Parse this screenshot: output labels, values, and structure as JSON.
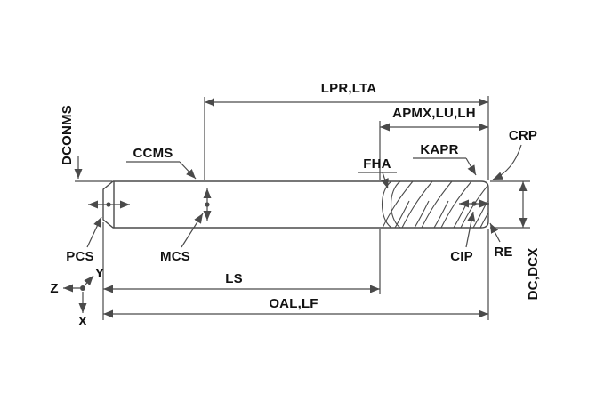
{
  "diagram": {
    "colors": {
      "line": "#4a4a4a",
      "text": "#111111",
      "background": "#ffffff"
    },
    "labels": {
      "dconms": "DCONMS",
      "ccms": "CCMS",
      "lpr": "LPR,LTA",
      "apmx": "APMX,LU,LH",
      "kapr": "KAPR",
      "crp": "CRP",
      "fha": "FHA",
      "pcs": "PCS",
      "mcs": "MCS",
      "cip": "CIP",
      "re": "RE",
      "dc": "DC,DCX",
      "ls": "LS",
      "oal": "OAL,LF",
      "axis_x": "X",
      "axis_y": "Y",
      "axis_z": "Z"
    }
  }
}
